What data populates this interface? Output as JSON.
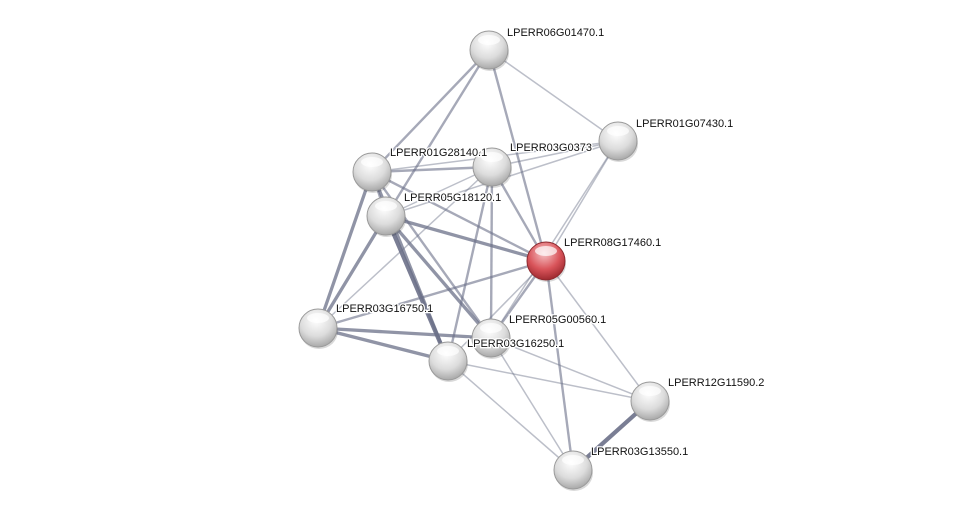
{
  "network": {
    "query_color": "#d9545a",
    "node_color": "#e4e4e4",
    "edge_color": "#6b7088",
    "nodes": [
      {
        "id": "A",
        "label": "LPERR06G01470.1"
      },
      {
        "id": "B",
        "label": "LPERR01G07430.1"
      },
      {
        "id": "C",
        "label": "LPERR01G28140.1"
      },
      {
        "id": "D",
        "label": "LPERR03G0373"
      },
      {
        "id": "E",
        "label": "LPERR05G18120.1"
      },
      {
        "id": "F",
        "label": "LPERR08G17460.1",
        "query": true
      },
      {
        "id": "G",
        "label": "LPERR03G16750.1"
      },
      {
        "id": "H",
        "label": "LPERR05G00560.1"
      },
      {
        "id": "I",
        "label": "LPERR03G16250.1"
      },
      {
        "id": "J",
        "label": "LPERR12G11590.2"
      },
      {
        "id": "K",
        "label": "LPERR03G13550.1"
      }
    ],
    "edges": [
      [
        "A",
        "B",
        1
      ],
      [
        "A",
        "C",
        2
      ],
      [
        "A",
        "E",
        2
      ],
      [
        "A",
        "F",
        2
      ],
      [
        "B",
        "C",
        1
      ],
      [
        "B",
        "D",
        1
      ],
      [
        "B",
        "E",
        1
      ],
      [
        "B",
        "F",
        1
      ],
      [
        "B",
        "H",
        1
      ],
      [
        "C",
        "D",
        2
      ],
      [
        "C",
        "E",
        2
      ],
      [
        "C",
        "G",
        3
      ],
      [
        "C",
        "I",
        3
      ],
      [
        "C",
        "F",
        2
      ],
      [
        "C",
        "H",
        2
      ],
      [
        "D",
        "E",
        1
      ],
      [
        "D",
        "G",
        1
      ],
      [
        "D",
        "H",
        2
      ],
      [
        "D",
        "I",
        2
      ],
      [
        "D",
        "F",
        2
      ],
      [
        "E",
        "F",
        3
      ],
      [
        "E",
        "G",
        3
      ],
      [
        "E",
        "H",
        3
      ],
      [
        "E",
        "I",
        4
      ],
      [
        "F",
        "G",
        2
      ],
      [
        "F",
        "H",
        2
      ],
      [
        "F",
        "I",
        1
      ],
      [
        "F",
        "J",
        1
      ],
      [
        "F",
        "K",
        2
      ],
      [
        "G",
        "H",
        3
      ],
      [
        "G",
        "I",
        3
      ],
      [
        "H",
        "J",
        1
      ],
      [
        "H",
        "K",
        1
      ],
      [
        "I",
        "J",
        1
      ],
      [
        "I",
        "K",
        1
      ],
      [
        "J",
        "K",
        4
      ]
    ]
  }
}
